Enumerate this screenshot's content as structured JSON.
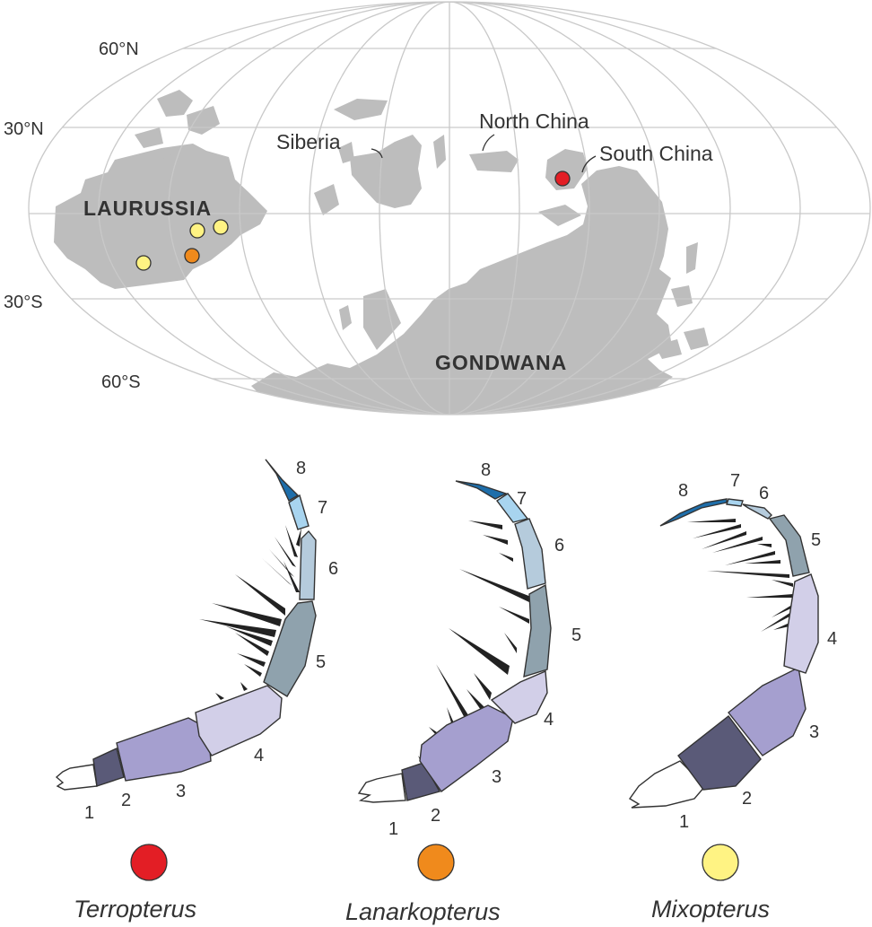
{
  "map": {
    "latitudes": [
      "60°N",
      "30°N",
      "30°S",
      "60°S"
    ],
    "blocks": {
      "siberia": "Siberia",
      "north_china": "North China",
      "south_china": "South China",
      "laurussia": "LAURUSSIA",
      "gondwana": "GONDWANA"
    },
    "colors": {
      "land": "#bdbdbd",
      "grid": "#c9c9c9",
      "terropterus": "#e31e25",
      "lanarkopterus": "#f08a1c",
      "mixopterus": "#fff383"
    }
  },
  "legs": [
    {
      "genus": "Terropterus",
      "segments": [
        "1",
        "2",
        "3",
        "4",
        "5",
        "6",
        "7",
        "8"
      ]
    },
    {
      "genus": "Lanarkopterus",
      "segments": [
        "1",
        "2",
        "3",
        "4",
        "5",
        "6",
        "7",
        "8"
      ]
    },
    {
      "genus": "Mixopterus",
      "segments": [
        "1",
        "2",
        "3",
        "4",
        "5",
        "6",
        "7",
        "8"
      ]
    }
  ],
  "segment_colors": [
    "#ffffff",
    "#5a5a78",
    "#a59fcf",
    "#d2cfe8",
    "#8fa2ad",
    "#b5cbdc",
    "#a8d4ef",
    "#1e6eaa"
  ]
}
